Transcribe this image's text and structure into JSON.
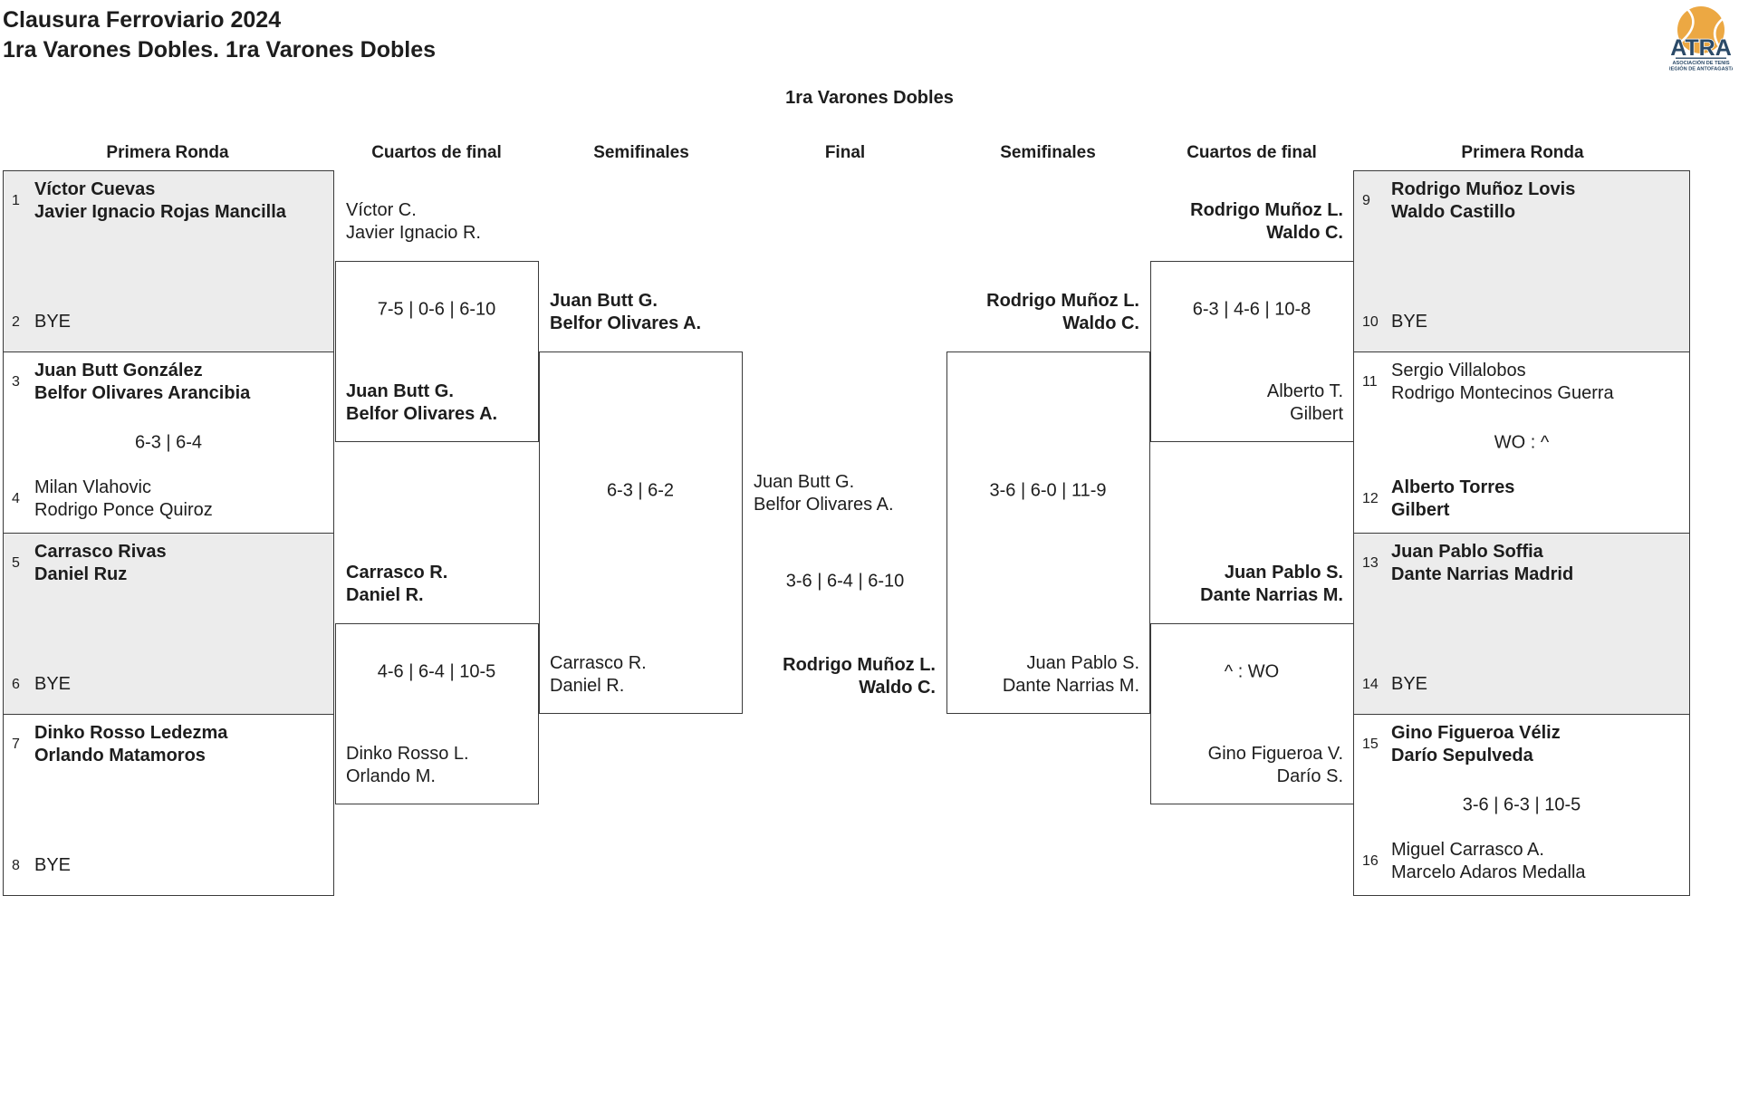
{
  "page": {
    "title_line1": "Clausura Ferroviario 2024",
    "title_line2": "1ra Varones Dobles. 1ra Varones Dobles",
    "bracket_title": "1ra Varones Dobles"
  },
  "logo": {
    "acronym": "ATRA",
    "subtitle_line1": "ASOCIACIÓN DE TENIS",
    "subtitle_line2": "REGIÓN DE ANTOFAGASTA",
    "ball_color": "#ECA843",
    "navy_color": "#2B4A68"
  },
  "round_headers": {
    "left_primera": "Primera Ronda",
    "left_cuartos": "Cuartos de final",
    "left_semis": "Semifinales",
    "final": "Final",
    "right_semis": "Semifinales",
    "right_cuartos": "Cuartos de final",
    "right_primera": "Primera Ronda"
  },
  "colors": {
    "shaded_box": "#ececec",
    "border": "#3a3a3a",
    "text": "#1d1d1d"
  },
  "left": {
    "r1": [
      {
        "seed_top": "1",
        "top1": "Víctor Cuevas",
        "top2": "Javier Ignacio Rojas Mancilla",
        "seed_bottom": "2",
        "bottom1": "BYE",
        "bottom2": "",
        "score": "",
        "winner": "top"
      },
      {
        "seed_top": "3",
        "top1": "Juan Butt González",
        "top2": "Belfor Olivares Arancibia",
        "seed_bottom": "4",
        "bottom1": "Milan Vlahovic",
        "bottom2": "Rodrigo Ponce Quiroz",
        "score": "6-3 | 6-4",
        "winner": "top"
      },
      {
        "seed_top": "5",
        "top1": "Carrasco Rivas",
        "top2": "Daniel Ruz",
        "seed_bottom": "6",
        "bottom1": "BYE",
        "bottom2": "",
        "score": "",
        "winner": "top"
      },
      {
        "seed_top": "7",
        "top1": "Dinko Rosso Ledezma",
        "top2": "Orlando Matamoros",
        "seed_bottom": "8",
        "bottom1": "BYE",
        "bottom2": "",
        "score": "",
        "winner": "top"
      }
    ],
    "qf1": {
      "top1": "Víctor C.",
      "top2": "Javier Ignacio R.",
      "bottom1": "Juan Butt G.",
      "bottom2": "Belfor Olivares A.",
      "score": "7-5 | 0-6 | 6-10",
      "winner": "bottom"
    },
    "qf2": {
      "top1": "Carrasco R.",
      "top2": "Daniel R.",
      "bottom1": "Dinko Rosso L.",
      "bottom2": "Orlando M.",
      "score": "4-6 | 6-4 | 10-5",
      "winner": "top"
    },
    "sf": {
      "top1": "Juan Butt G.",
      "top2": "Belfor Olivares A.",
      "bottom1": "Carrasco R.",
      "bottom2": "Daniel R.",
      "score": "6-3 | 6-2",
      "winner": "top"
    }
  },
  "final": {
    "left1": "Juan Butt G.",
    "left2": "Belfor Olivares A.",
    "right1": "Rodrigo Muñoz L.",
    "right2": "Waldo C.",
    "score": "3-6 | 6-4 | 6-10",
    "champion": "right"
  },
  "right": {
    "r1": [
      {
        "seed_top": "9",
        "top1": "Rodrigo Muñoz Lovis",
        "top2": "Waldo Castillo",
        "seed_bottom": "10",
        "bottom1": "BYE",
        "bottom2": "",
        "score": "",
        "winner": "top"
      },
      {
        "seed_top": "11",
        "top1": "Sergio Villalobos",
        "top2": "Rodrigo Montecinos Guerra",
        "seed_bottom": "12",
        "bottom1": "Alberto Torres",
        "bottom2": "Gilbert",
        "score": "WO : ^",
        "winner": "bottom"
      },
      {
        "seed_top": "13",
        "top1": "Juan Pablo Soffia",
        "top2": "Dante Narrias Madrid",
        "seed_bottom": "14",
        "bottom1": "BYE",
        "bottom2": "",
        "score": "",
        "winner": "top"
      },
      {
        "seed_top": "15",
        "top1": "Gino Figueroa Véliz",
        "top2": "Darío Sepulveda",
        "seed_bottom": "16",
        "bottom1": "Miguel Carrasco A.",
        "bottom2": "Marcelo Adaros Medalla",
        "score": "3-6 | 6-3 | 10-5",
        "winner": "top"
      }
    ],
    "qf1": {
      "top1": "Rodrigo Muñoz L.",
      "top2": "Waldo C.",
      "bottom1": "Alberto T.",
      "bottom2": "Gilbert",
      "score": "6-3 | 4-6 | 10-8",
      "winner": "top"
    },
    "qf2": {
      "top1": "Juan Pablo S.",
      "top2": "Dante Narrias M.",
      "bottom1": "Gino Figueroa V.",
      "bottom2": "Darío S.",
      "score": "^ : WO",
      "winner": "top"
    },
    "sf": {
      "top1": "Rodrigo Muñoz L.",
      "top2": "Waldo C.",
      "bottom1": "Juan Pablo S.",
      "bottom2": "Dante Narrias M.",
      "score": "3-6 | 6-0 | 11-9",
      "winner": "top"
    }
  }
}
